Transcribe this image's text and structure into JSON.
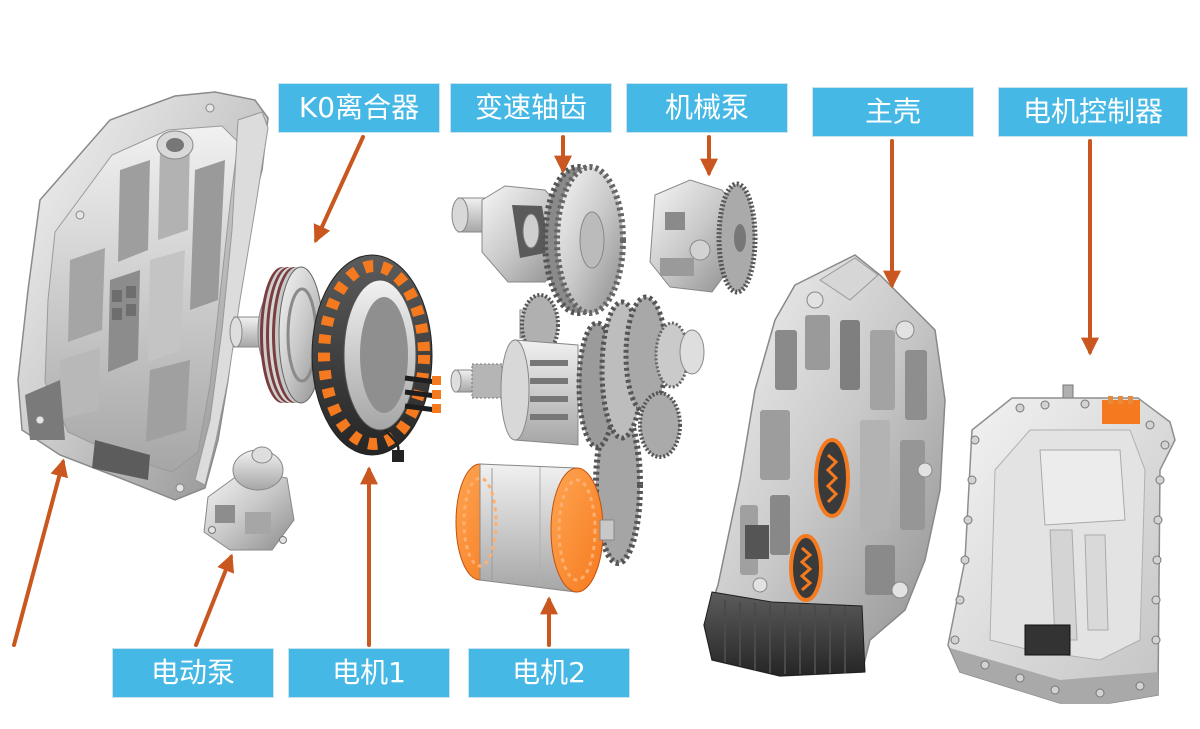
{
  "labels": {
    "k0_clutch": "K0离合器",
    "gear_shafts": "变速轴齿",
    "mechanical_pump": "机械泵",
    "main_housing": "主壳",
    "motor_controller": "电机控制器",
    "electric_pump": "电动泵",
    "motor_1": "电机1",
    "motor_2": "电机2"
  },
  "colors": {
    "label_background": "#45b8e5",
    "label_text": "#ffffff",
    "arrow": "#c9571f",
    "winding_orange": "#f57a1f",
    "background": "#ffffff"
  }
}
